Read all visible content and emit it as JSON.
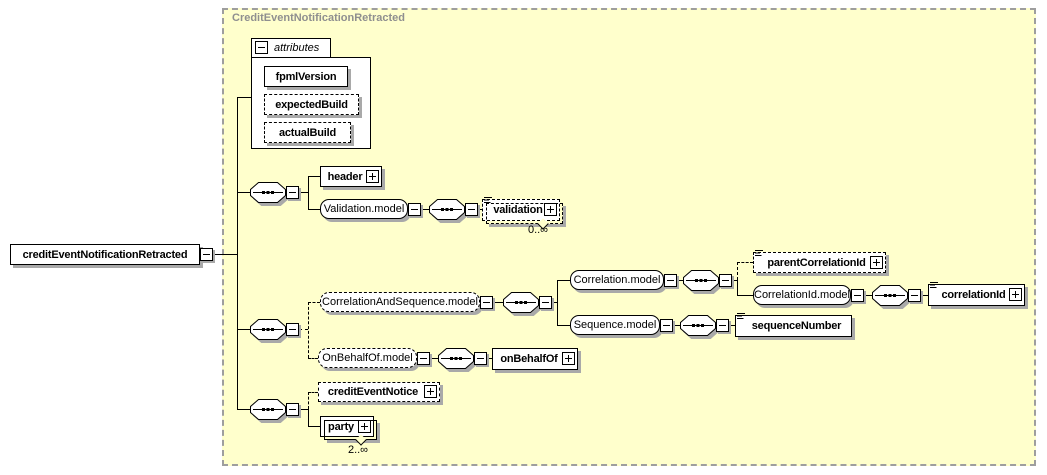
{
  "diagram": {
    "container_title": "CreditEventNotificationRetracted",
    "root_element": {
      "label": "creditEventNotificationRetracted"
    },
    "attributes_box": {
      "title": "attributes",
      "items": [
        {
          "label": "fpmlVersion",
          "required": true
        },
        {
          "label": "expectedBuild",
          "required": false
        },
        {
          "label": "actualBuild",
          "required": false
        }
      ]
    },
    "elements": {
      "header": {
        "label": "header"
      },
      "validation_model": {
        "label": "Validation.model"
      },
      "validation": {
        "label": "validation",
        "occurs": "0..∞"
      },
      "correlation_and_sequence_model": {
        "label": "CorrelationAndSequence.model"
      },
      "correlation_model": {
        "label": "Correlation.model"
      },
      "parent_correlation_id": {
        "label": "parentCorrelationId"
      },
      "correlation_id_model": {
        "label": "CorrelationId.model"
      },
      "correlation_id": {
        "label": "correlationId"
      },
      "sequence_model": {
        "label": "Sequence.model"
      },
      "sequence_number": {
        "label": "sequenceNumber"
      },
      "on_behalf_of_model": {
        "label": "OnBehalfOf.model"
      },
      "on_behalf_of": {
        "label": "onBehalfOf"
      },
      "credit_event_notice": {
        "label": "creditEventNotice"
      },
      "party": {
        "label": "party",
        "occurs": "2..∞"
      }
    },
    "colors": {
      "panel_background": "#ffffcc",
      "panel_border": "#9e9e9e",
      "title_text": "#8f8f8f",
      "shadow": "#a9a9a9",
      "line": "#000000",
      "box_background": "#ffffff"
    }
  }
}
